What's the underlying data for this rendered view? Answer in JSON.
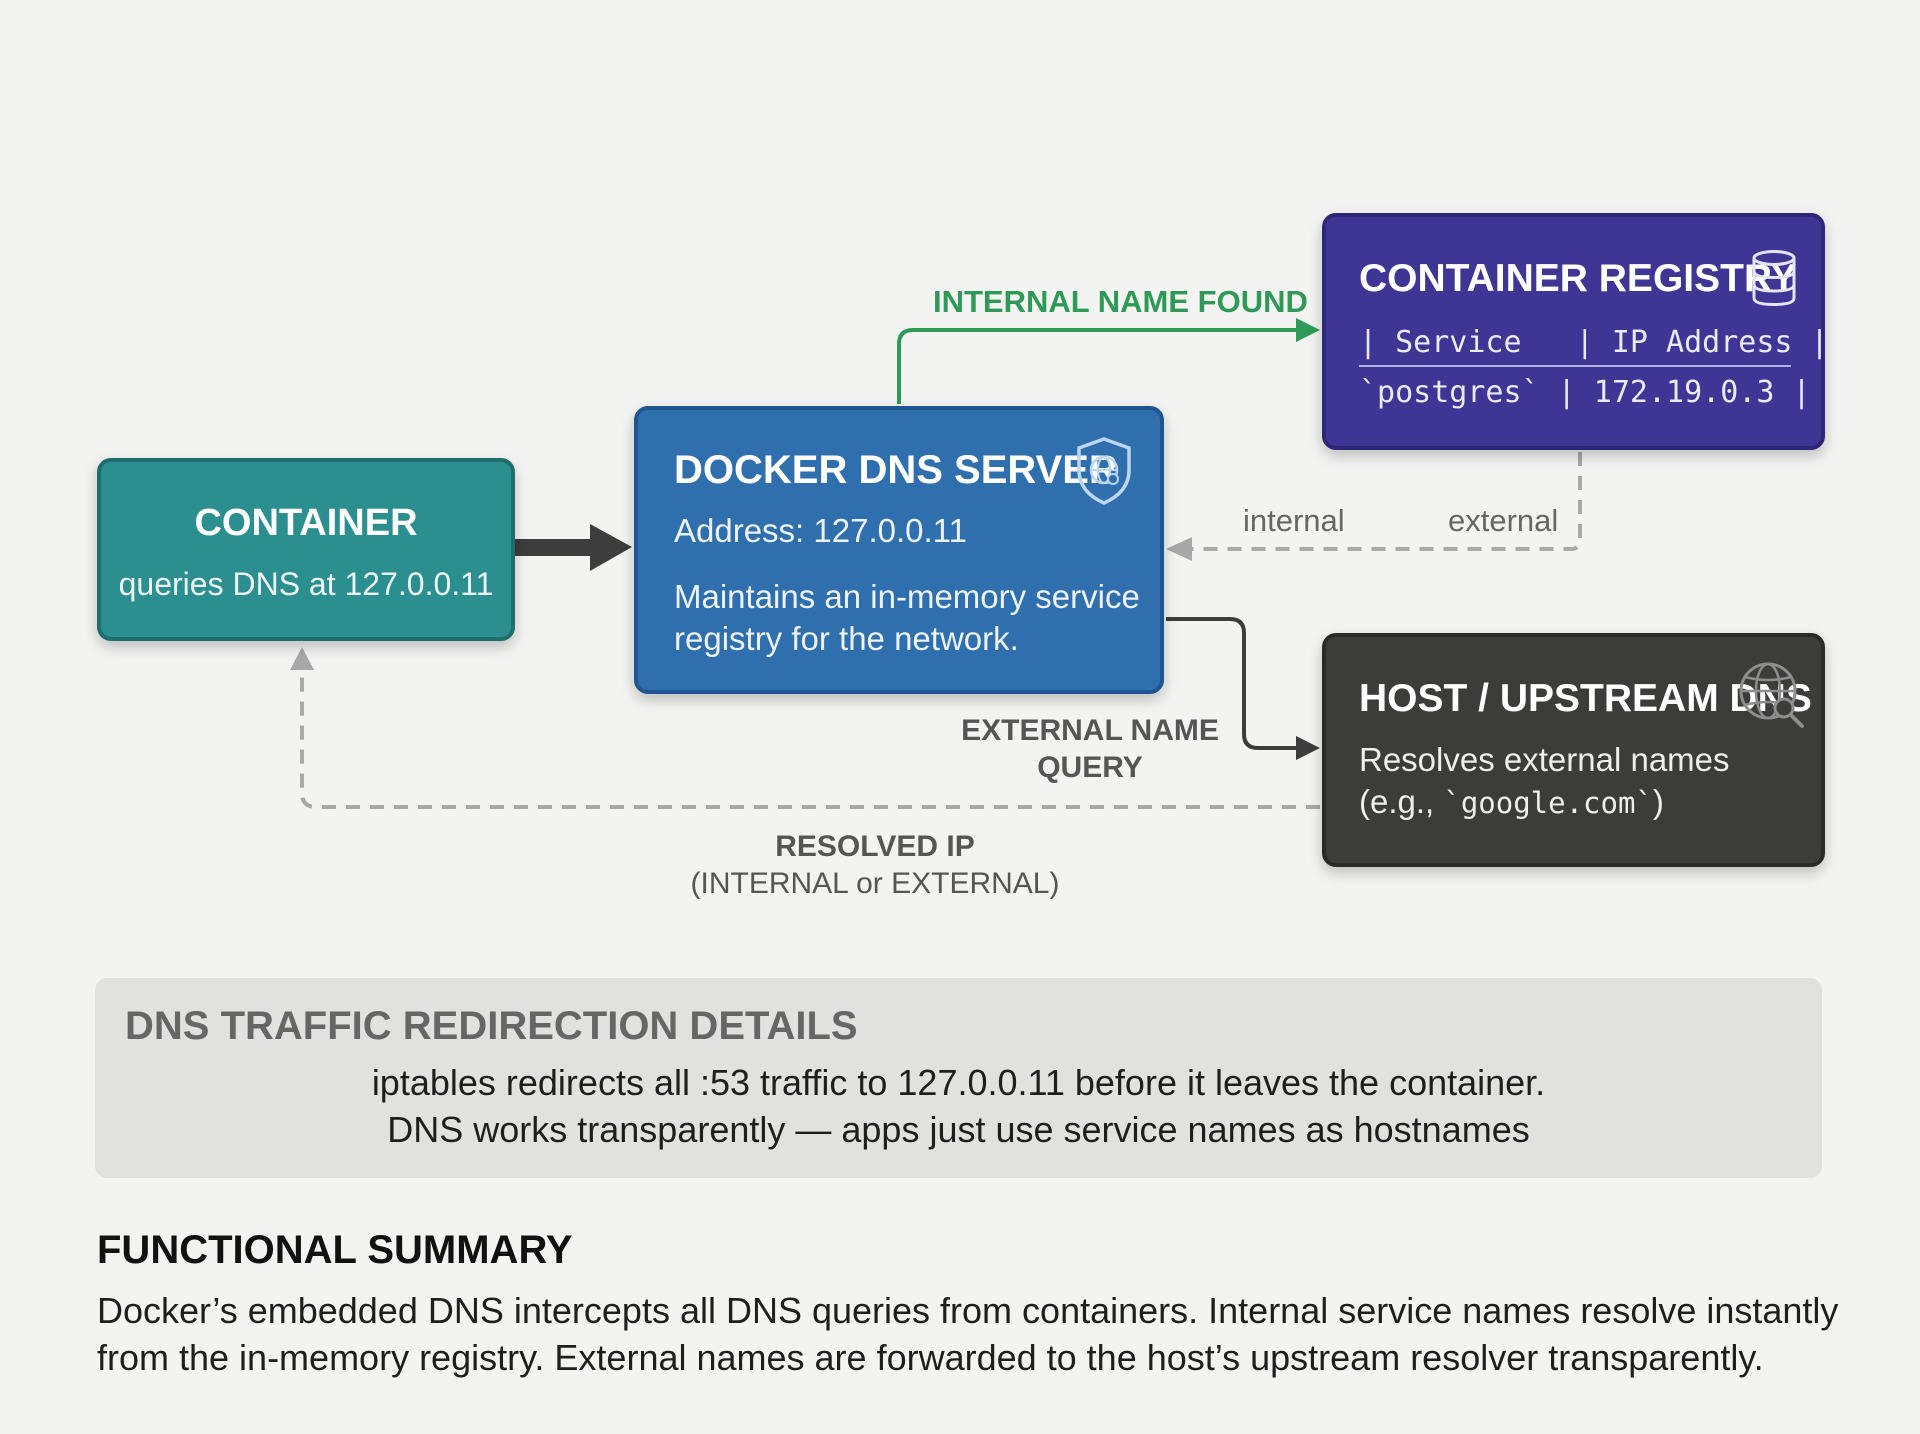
{
  "nodes": {
    "container": {
      "title": "CONTAINER",
      "subtitle": "queries DNS at 127.0.0.11",
      "color": "#2a8f8e"
    },
    "dns_server": {
      "title": "DOCKER DNS SERVER",
      "address": "Address: 127.0.0.11",
      "description": "Maintains an in-memory service registry for the network.",
      "icon": "shield-globe-icon",
      "color": "#2f6fae"
    },
    "registry": {
      "title": "CONTAINER REGISTRY",
      "icon": "database-icon",
      "header_row": "| Service   | IP Address |",
      "data_row": "`postgres` | 172.19.0.3 |",
      "color": "#3f3595"
    },
    "host": {
      "title": "HOST / UPSTREAM DNS",
      "description_prefix": "Resolves external names (e.g., ",
      "description_code": "`google.com`",
      "description_suffix": ")",
      "icon": "globe-search-icon",
      "color": "#3c3c3b"
    }
  },
  "edges": {
    "internal_found": "INTERNAL NAME FOUND",
    "internal": "internal",
    "external": "external",
    "external_query_line1": "EXTERNAL NAME",
    "external_query_line2": "QUERY",
    "resolved_line1": "RESOLVED IP",
    "resolved_line2": "(INTERNAL or EXTERNAL)",
    "found_color": "#2f9a57"
  },
  "details": {
    "title": "DNS TRAFFIC REDIRECTION DETAILS",
    "line1": "iptables redirects all :53 traffic to 127.0.0.11 before it leaves the container.",
    "line2": "DNS works transparently — apps just use service names as hostnames"
  },
  "summary": {
    "title": "FUNCTIONAL SUMMARY",
    "text": "Docker’s embedded DNS intercepts all DNS queries from containers. Internal service names resolve instantly from the in-memory registry. External names are forwarded to the host’s upstream resolver transparently."
  }
}
